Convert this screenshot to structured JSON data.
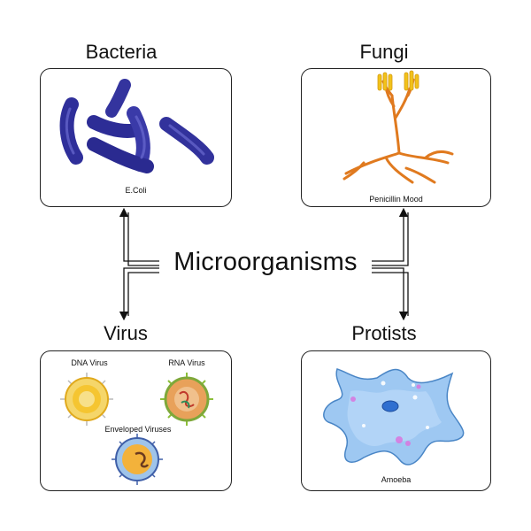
{
  "center": {
    "title": "Microorganisms"
  },
  "categories": {
    "bacteria": {
      "title": "Bacteria",
      "caption": "E.Coli"
    },
    "fungi": {
      "title": "Fungi",
      "caption": "Penicillin Mood"
    },
    "virus": {
      "title": "Virus",
      "labels": {
        "dna": "DNA  Virus",
        "rna": "RNA Virus",
        "enveloped": "Enveloped Viruses"
      }
    },
    "protists": {
      "title": "Protists",
      "caption": "Amoeba"
    }
  },
  "colors": {
    "bacteria": "#2f2f9a",
    "fungi": "#e07a1f",
    "fungi_tips": "#f2c21a",
    "amoeba": "#9ec8f2",
    "virus_dna": "#f5c531",
    "virus_rna": "#e8a15a",
    "arrow": "#111111"
  }
}
